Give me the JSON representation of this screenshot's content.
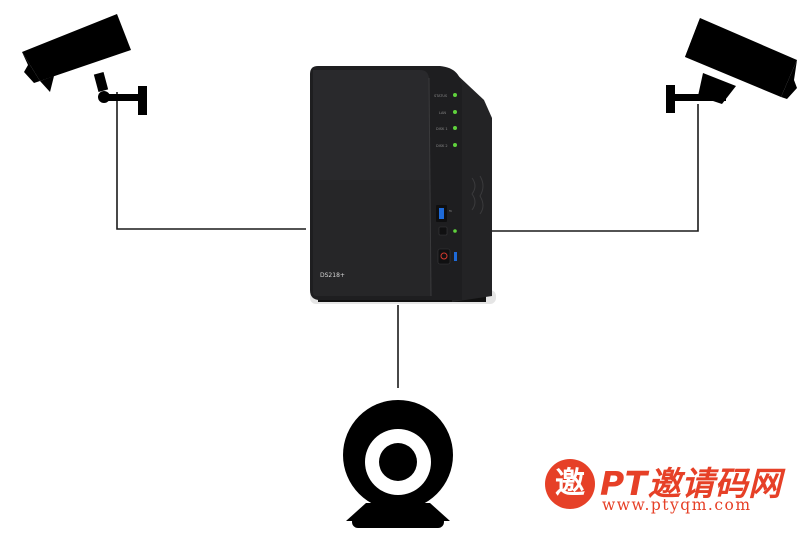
{
  "nas": {
    "model_label": "DS218+",
    "led_labels": [
      "STATUS",
      "LAN",
      "DISK 1",
      "DISK 2"
    ]
  },
  "devices": {
    "left_camera": "bullet-security-camera-icon",
    "right_camera": "bullet-security-camera-icon",
    "webcam": "webcam-icon"
  },
  "watermark": {
    "badge_char": "邀",
    "title": "PT邀请码网",
    "url": "www.ptyqm.com"
  },
  "colors": {
    "line": "#1a1a1a",
    "icon": "#000000",
    "nas_body": "#1e1e20",
    "led_green": "#5fd23c",
    "usb_blue": "#1e6ad8",
    "watermark_red": "#e64027"
  }
}
